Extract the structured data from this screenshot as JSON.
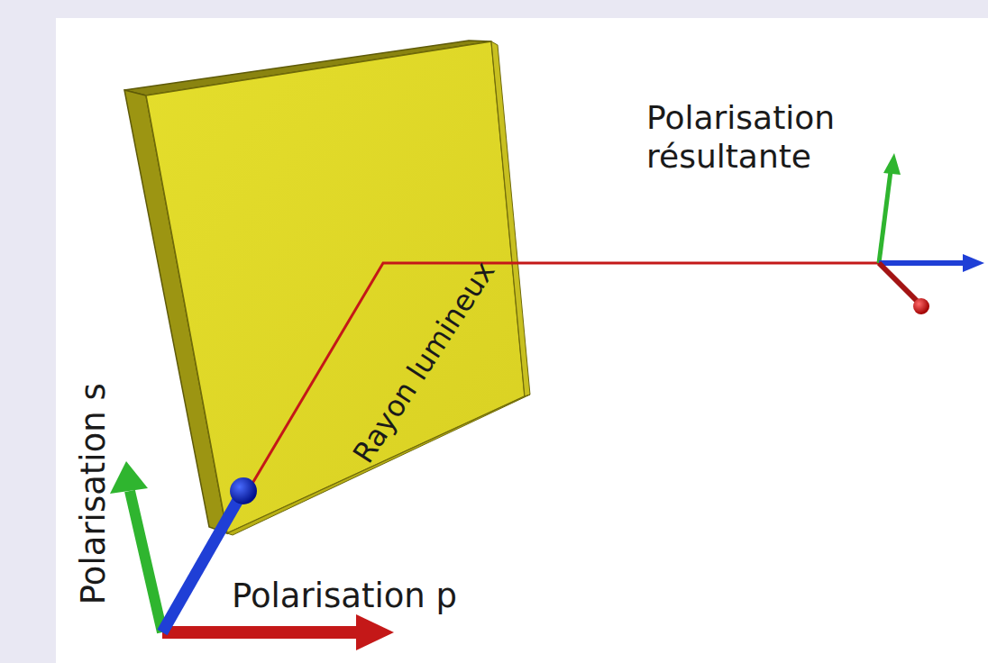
{
  "diagram": {
    "labels": [
      "Polarisation résultante",
      "Rayon lumineux",
      "Polarisation s",
      "Polarisation p"
    ]
  }
}
